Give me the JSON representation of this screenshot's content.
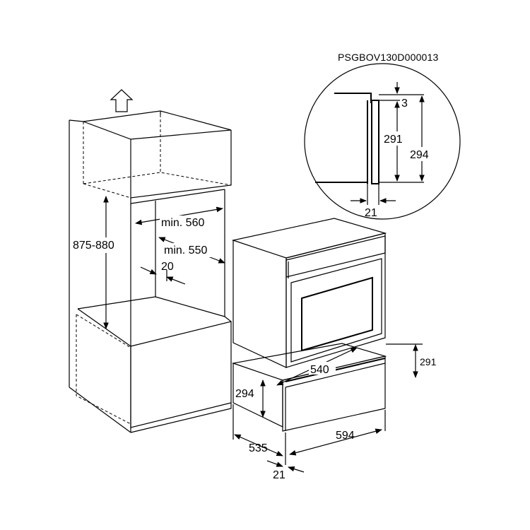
{
  "code": "PSGBOV130D000013",
  "dimensions": {
    "cabinet_height": "875-880",
    "niche_width": "min. 560",
    "niche_depth": "min. 550",
    "rear_gap": "20",
    "drawer_depth": "540",
    "drawer_front_height": "294",
    "drawer_side_height": "291",
    "oven_depth": "535",
    "front_width": "594",
    "front_thickness": "21"
  },
  "detail": {
    "gap": "3",
    "inner_height": "291",
    "outer_height": "294",
    "thickness": "21"
  }
}
